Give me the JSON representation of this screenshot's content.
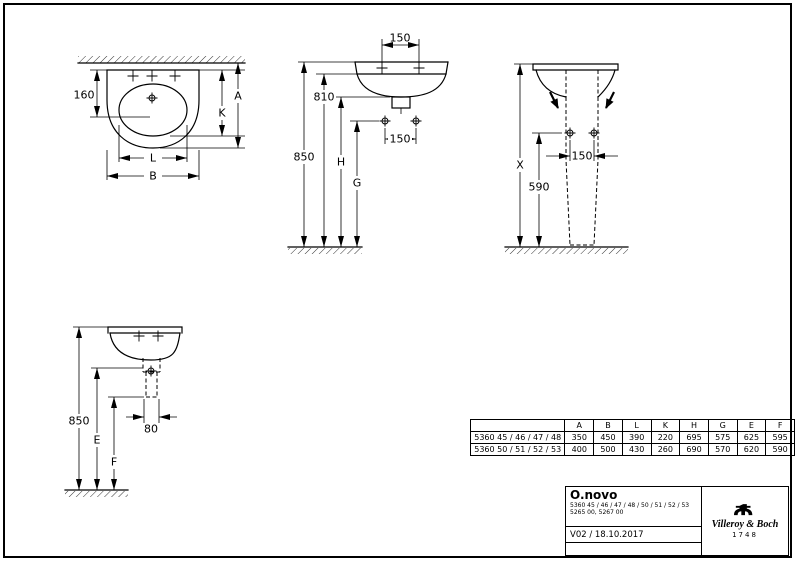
{
  "dims": {
    "plan": {
      "h160": "160",
      "A": "A",
      "K": "K",
      "L": "L",
      "B": "B"
    },
    "front": {
      "top150": "150",
      "h850": "850",
      "h810": "810",
      "H": "H",
      "G": "G",
      "holes150": "150"
    },
    "side": {
      "X": "X",
      "h590": "590",
      "h150": "150"
    },
    "lower": {
      "h850": "850",
      "E": "E",
      "F": "F",
      "w80": "80"
    }
  },
  "table": {
    "headers": [
      "A",
      "B",
      "L",
      "K",
      "H",
      "G",
      "E",
      "F"
    ],
    "rows": [
      {
        "label": "5360 45 / 46 / 47 / 48",
        "values": [
          "350",
          "450",
          "390",
          "220",
          "695",
          "575",
          "625",
          "595"
        ]
      },
      {
        "label": "5360 50 / 51 / 52 / 53",
        "values": [
          "400",
          "500",
          "430",
          "260",
          "690",
          "570",
          "620",
          "590"
        ]
      }
    ]
  },
  "title_block": {
    "product": "O.novo",
    "codes_line1": "5360 45 / 46 / 47 / 48 / 50 / 51 / 52 / 53",
    "codes_line2": "5265 00, 5267 00",
    "version_date": "V02 / 18.10.2017",
    "brand": "Villeroy & Boch",
    "brand_year": "1748"
  }
}
